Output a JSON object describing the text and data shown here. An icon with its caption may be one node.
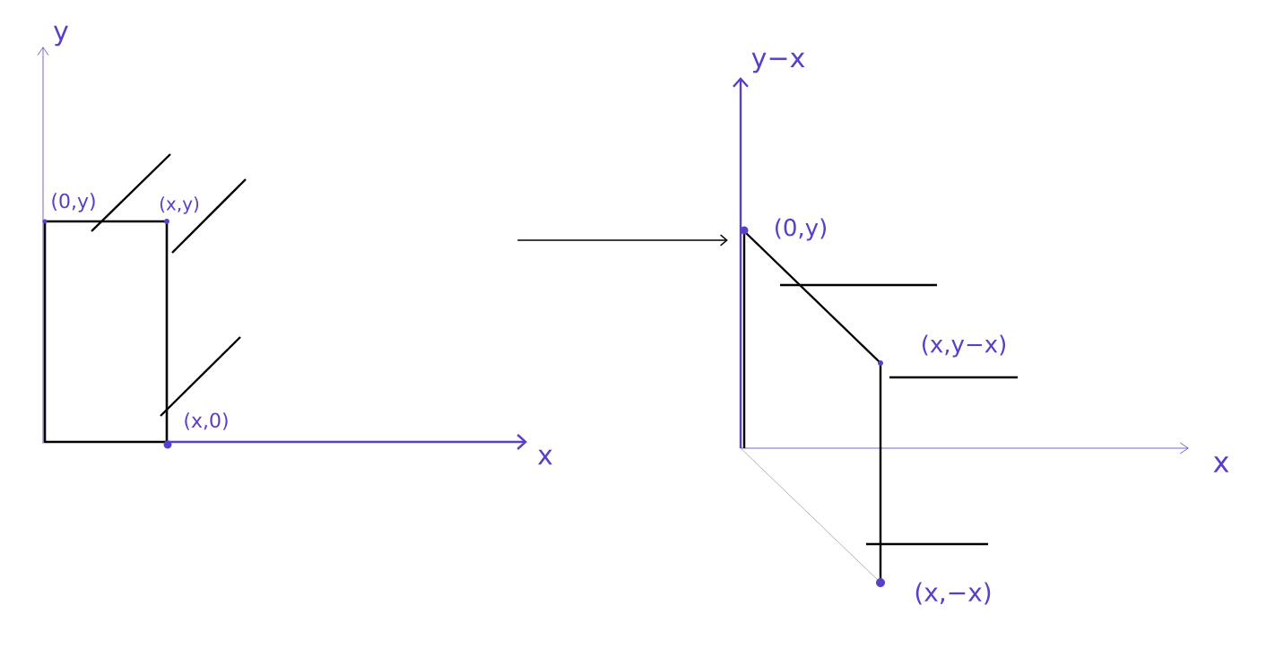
{
  "diagram": {
    "nodes": [
      {
        "text": [],
        "shape": "picture"
      },
      {
        "text": [],
        "shape": "picture"
      }
    ],
    "edges": [
      {
        "from": 0,
        "to": 1,
        "arrow": "to"
      }
    ],
    "labels": [
      "y",
      "(0,y)",
      "(x,y)",
      "(x,0)",
      "x",
      "y−x",
      "(0,y)",
      "(x,y−x)",
      "x",
      "(x,−x)"
    ]
  }
}
